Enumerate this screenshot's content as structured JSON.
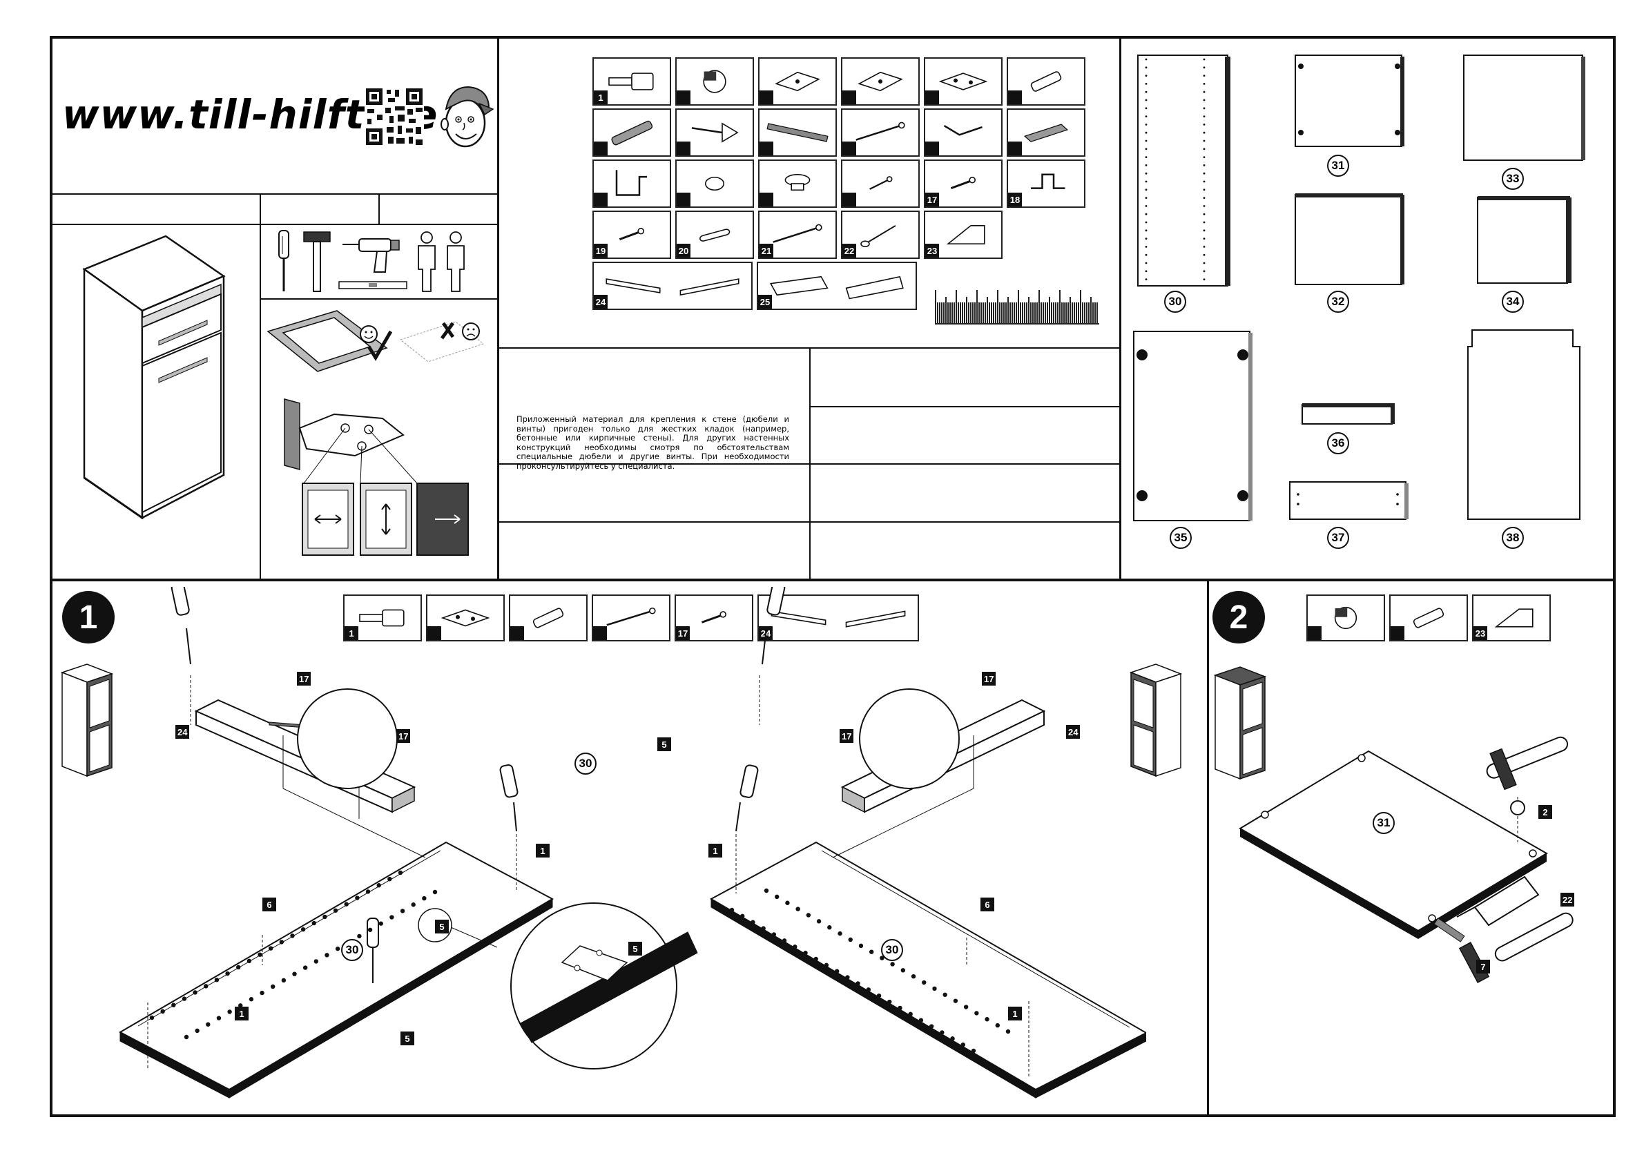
{
  "header": {
    "website": "www.till-hilft.de",
    "qr_icon": "qr-code-icon",
    "mascot_icon": "mascot-boy-face-icon"
  },
  "tools": [
    "screwdriver-icon",
    "hammer-icon",
    "drill-icon",
    "spirit-level-icon",
    "two-persons-icon"
  ],
  "wall_notice_ru": "Приложенный материал для крепления к стене (дюбели и винты) пригоден только для жестких кладок (например, бетонные или кирпичные стены). Для других настенных конструкций необходимы смотря по обстоятельствам специальные дюбели и другие винты. При необходимости проконсультируйтесь у специалиста.",
  "hardware_parts": [
    {
      "num": "1",
      "icon": "cam-bolt-icon"
    },
    {
      "num": "",
      "icon": "cam-lock-icon"
    },
    {
      "num": "",
      "icon": "hinge-icon"
    },
    {
      "num": "",
      "icon": "hinge-icon"
    },
    {
      "num": "",
      "icon": "hinge-plate-icon"
    },
    {
      "num": "",
      "icon": "wooden-dowel-icon"
    },
    {
      "num": "",
      "icon": "wall-plug-icon"
    },
    {
      "num": "",
      "icon": "screw-with-plate-icon"
    },
    {
      "num": "",
      "icon": "rail-bar-icon"
    },
    {
      "num": "",
      "icon": "long-screw-icon"
    },
    {
      "num": "",
      "icon": "hook-screw-icon"
    },
    {
      "num": "",
      "icon": "anchor-plug-icon"
    },
    {
      "num": "",
      "icon": "bracket-icon"
    },
    {
      "num": "",
      "icon": "round-pad-icon"
    },
    {
      "num": "",
      "icon": "knob-icon"
    },
    {
      "num": "",
      "icon": "small-screw-icon"
    },
    {
      "num": "17",
      "icon": "short-screw-icon"
    },
    {
      "num": "18",
      "icon": "wall-bracket-icon"
    },
    {
      "num": "19",
      "icon": "short-screw-icon"
    },
    {
      "num": "20",
      "icon": "handle-bar-icon"
    },
    {
      "num": "21",
      "icon": "long-screw-icon"
    },
    {
      "num": "22",
      "icon": "nail-icon"
    },
    {
      "num": "23",
      "icon": "glue-tube-icon"
    },
    {
      "num": "24",
      "icon": "drawer-runner-icon"
    },
    {
      "num": "25",
      "icon": "drawer-side-icon"
    }
  ],
  "panels": [
    "30",
    "31",
    "32",
    "33",
    "34",
    "35",
    "36",
    "37",
    "38"
  ],
  "step1": {
    "number": "1",
    "parts": [
      {
        "num": "1",
        "icon": "cam-bolt-icon"
      },
      {
        "num": "",
        "icon": "hinge-plate-icon"
      },
      {
        "num": "",
        "icon": "wooden-dowel-icon"
      },
      {
        "num": "",
        "icon": "long-screw-icon"
      },
      {
        "num": "17",
        "icon": "short-screw-icon"
      },
      {
        "num": "24",
        "icon": "drawer-runner-icon"
      }
    ],
    "labels": {
      "l17": "17",
      "l24": "24",
      "l30": "30",
      "l5": "5",
      "l1": "1",
      "l6": "6"
    }
  },
  "step2": {
    "number": "2",
    "parts": [
      {
        "num": "",
        "icon": "cam-lock-icon"
      },
      {
        "num": "",
        "icon": "wooden-dowel-icon"
      },
      {
        "num": "23",
        "icon": "glue-tube-icon"
      }
    ],
    "labels": {
      "l31": "31",
      "l2": "2",
      "l22": "22",
      "l7": "7"
    }
  }
}
